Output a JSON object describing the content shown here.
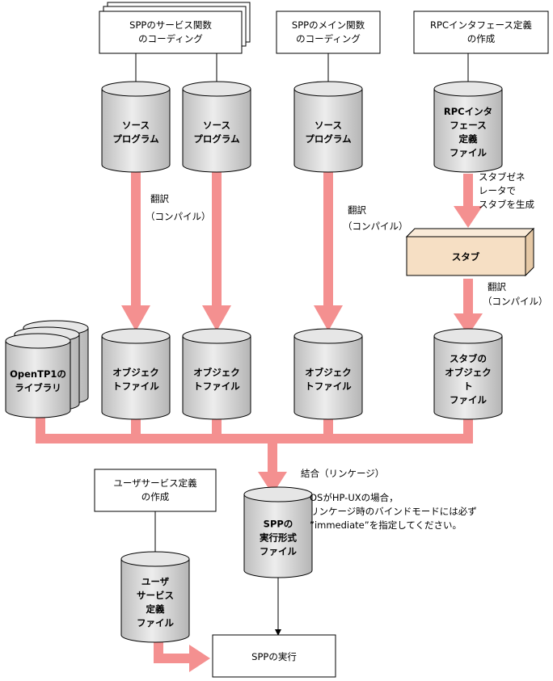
{
  "colors": {
    "arrow": "#f49090",
    "cylinder_top": "#ececec",
    "cylinder_mid": "#cfcfcf",
    "stub_fill": "#f6dfc4",
    "stroke": "#000000"
  },
  "boxes": {
    "service_coding": [
      "SPPのサービス関数",
      "のコーディング"
    ],
    "main_coding": [
      "SPPのメイン関数",
      "のコーディング"
    ],
    "rpc_create": [
      "RPCインタフェース定義",
      "の作成"
    ],
    "user_service_create": [
      "ユーザサービス定義",
      "の作成"
    ],
    "spp_run": [
      "SPPの実行"
    ]
  },
  "cylinders": {
    "source1": [
      "ソース",
      "プログラム"
    ],
    "source2": [
      "ソース",
      "プログラム"
    ],
    "source3": [
      "ソース",
      "プログラム"
    ],
    "rpc_file": [
      "RPCインタ",
      "フェース",
      "定義",
      "ファイル"
    ],
    "openTP1_lib": [
      "OpenTP1の",
      "ライブラリ"
    ],
    "obj1": [
      "オブジェク",
      "トファイル"
    ],
    "obj2": [
      "オブジェク",
      "トファイル"
    ],
    "obj3": [
      "オブジェク",
      "トファイル"
    ],
    "stub_obj": [
      "スタブの",
      "オブジェク",
      "ト",
      "ファイル"
    ],
    "spp_exec": [
      "SPPの",
      "実行形式",
      "ファイル"
    ],
    "user_service_file": [
      "ユーザ",
      "サービス",
      "定義",
      "ファイル"
    ]
  },
  "stub_box": "スタブ",
  "labels": {
    "compile1": [
      "翻訳",
      "（コンパイル）"
    ],
    "compile2": [
      "翻訳",
      "（コンパイル）"
    ],
    "compile3": [
      "翻訳",
      "（コンパイル）"
    ],
    "stub_gen": [
      "スタブゼネ",
      "レータで",
      "スタブを生成"
    ],
    "link": "結合（リンケージ）",
    "note": [
      "OSがHP-UXの場合，",
      "リンケージ時のバインドモードには必ず",
      "”immediate”を指定してください。"
    ]
  }
}
